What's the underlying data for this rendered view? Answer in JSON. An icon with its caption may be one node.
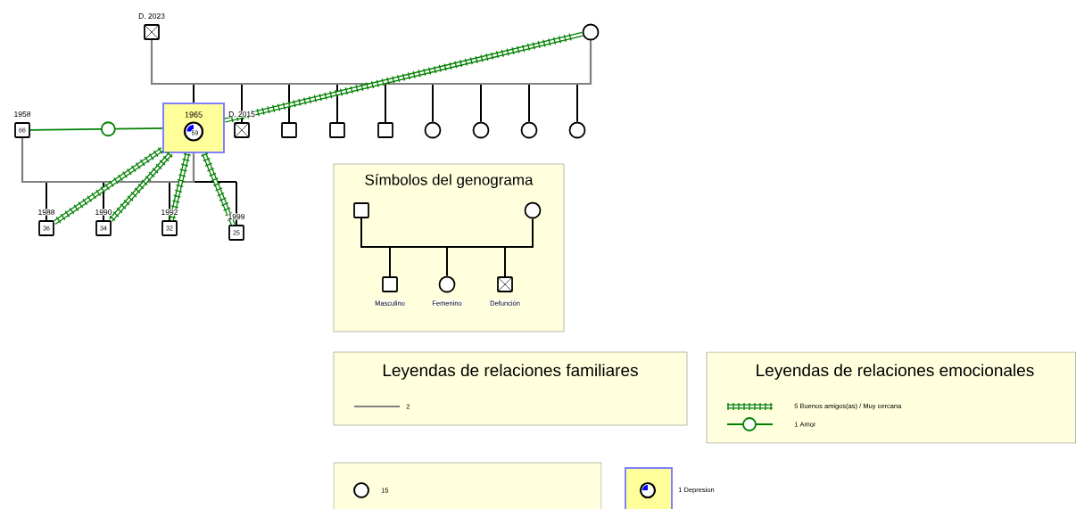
{
  "diagram": {
    "nodes": [
      {
        "text": [],
        "shape": "crossed-box",
        "beside": [
          "D. 2023"
        ]
      },
      {
        "text": [],
        "shape": "circle"
      },
      {
        "text": [
          "66"
        ],
        "beside": [
          "1958"
        ]
      },
      {
        "text": [
          "1965",
          "59"
        ]
      },
      {
        "text": [],
        "shape": "crossed-box",
        "beside": [
          "D. 2015"
        ]
      },
      {
        "text": [],
        "shape": "box"
      },
      {
        "text": [],
        "shape": "box"
      },
      {
        "text": [],
        "shape": "box"
      },
      {
        "text": [],
        "shape": "circle"
      },
      {
        "text": [],
        "shape": "circle"
      },
      {
        "text": [],
        "shape": "circle"
      },
      {
        "text": [],
        "shape": "circle"
      },
      {
        "text": [
          "36"
        ],
        "beside": [
          "1988"
        ]
      },
      {
        "text": [
          "34"
        ],
        "beside": [
          "1990"
        ]
      },
      {
        "text": [
          "32"
        ],
        "beside": [
          "1992"
        ]
      },
      {
        "text": [
          "25"
        ],
        "beside": [
          "1999"
        ]
      },
      {
        "text": [
          "Símbolos del genograma"
        ]
      },
      {
        "text": [],
        "shape": "box",
        "in": 16
      },
      {
        "text": [],
        "shape": "circle",
        "in": 16
      },
      {
        "text": [],
        "shape": "box",
        "in": 16,
        "beside": [
          "Masculino"
        ]
      },
      {
        "text": [],
        "shape": "circle",
        "in": 16,
        "beside": [
          "Femenino"
        ]
      },
      {
        "text": [],
        "shape": "crossed-box",
        "in": 16,
        "beside": [
          "Defunción"
        ]
      }
    ],
    "edges": [
      {
        "from": 0,
        "to": 1,
        "arrow": "none",
        "color": "#808080"
      },
      {
        "from": 0,
        "to": 3,
        "arrow": "none"
      },
      {
        "from": 1,
        "to": 3,
        "arrow": "none"
      },
      {
        "from": 0,
        "to": 4,
        "arrow": "none"
      },
      {
        "from": 1,
        "to": 4,
        "arrow": "none"
      },
      {
        "from": 0,
        "to": 5,
        "arrow": "none"
      },
      {
        "from": 1,
        "to": 5,
        "arrow": "none"
      },
      {
        "from": 0,
        "to": 6,
        "arrow": "none"
      },
      {
        "from": 1,
        "to": 6,
        "arrow": "none"
      },
      {
        "from": 0,
        "to": 7,
        "arrow": "none"
      },
      {
        "from": 1,
        "to": 7,
        "arrow": "none"
      },
      {
        "from": 0,
        "to": 8,
        "arrow": "none"
      },
      {
        "from": 1,
        "to": 8,
        "arrow": "none"
      },
      {
        "from": 0,
        "to": 9,
        "arrow": "none"
      },
      {
        "from": 1,
        "to": 9,
        "arrow": "none"
      },
      {
        "from": 0,
        "to": 10,
        "arrow": "none"
      },
      {
        "from": 1,
        "to": 10,
        "arrow": "none"
      },
      {
        "from": 0,
        "to": 11,
        "arrow": "none"
      },
      {
        "from": 1,
        "to": 11,
        "arrow": "none"
      },
      {
        "from": 2,
        "to": 3,
        "arrow": "none",
        "color": "#808080"
      },
      {
        "from": 2,
        "to": 12,
        "arrow": "none"
      },
      {
        "from": 3,
        "to": 12,
        "arrow": "none"
      },
      {
        "from": 2,
        "to": 13,
        "arrow": "none"
      },
      {
        "from": 3,
        "to": 13,
        "arrow": "none"
      },
      {
        "from": 2,
        "to": 14,
        "arrow": "none"
      },
      {
        "from": 3,
        "to": 14,
        "arrow": "none"
      },
      {
        "from": 2,
        "to": 15,
        "arrow": "none"
      },
      {
        "from": 3,
        "to": 15,
        "arrow": "none"
      },
      {
        "from": 2,
        "to": 3,
        "arrow": "none",
        "color": "#008000"
      },
      {
        "from": 3,
        "to": 12,
        "arrow": "none",
        "style": "thick",
        "color": "#008000"
      },
      {
        "from": 3,
        "to": 13,
        "arrow": "none",
        "style": "thick",
        "color": "#008000"
      },
      {
        "from": 3,
        "to": 14,
        "arrow": "none",
        "style": "thick",
        "color": "#008000"
      },
      {
        "from": 3,
        "to": 15,
        "arrow": "none",
        "style": "thick",
        "color": "#008000"
      },
      {
        "from": 3,
        "to": 1,
        "arrow": "none",
        "style": "thick",
        "color": "#008000"
      },
      {
        "from": 17,
        "to": 18,
        "arrow": "none"
      },
      {
        "from": 17,
        "to": 19,
        "arrow": "none"
      },
      {
        "from": 18,
        "to": 19,
        "arrow": "none"
      },
      {
        "from": 17,
        "to": 20,
        "arrow": "none"
      },
      {
        "from": 18,
        "to": 20,
        "arrow": "none"
      },
      {
        "from": 17,
        "to": 21,
        "arrow": "none"
      },
      {
        "from": 18,
        "to": 21,
        "arrow": "none"
      }
    ],
    "labels": [
      "Leyendas de relaciones familiares",
      "Leyendas de relaciones emocionales"
    ],
    "legend": [
      {
        "text": "2"
      },
      {
        "text": "5 Buenos amigos(as) / Muy cercana"
      },
      {
        "text": "1 Amor"
      },
      {
        "text": "15"
      },
      {
        "text": "1 Depresion"
      }
    ]
  }
}
